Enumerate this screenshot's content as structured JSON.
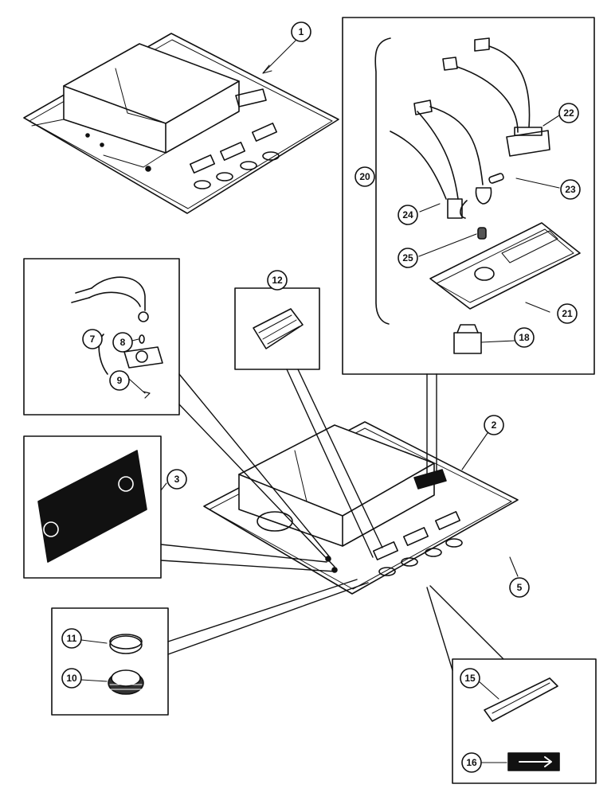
{
  "diagram": {
    "callouts": [
      {
        "id": "c1",
        "label": "1"
      },
      {
        "id": "c2",
        "label": "2"
      },
      {
        "id": "c3",
        "label": "3"
      },
      {
        "id": "c5",
        "label": "5"
      },
      {
        "id": "c7",
        "label": "7"
      },
      {
        "id": "c8",
        "label": "8"
      },
      {
        "id": "c9",
        "label": "9"
      },
      {
        "id": "c10",
        "label": "10"
      },
      {
        "id": "c11",
        "label": "11"
      },
      {
        "id": "c12",
        "label": "12"
      },
      {
        "id": "c15",
        "label": "15"
      },
      {
        "id": "c16",
        "label": "16"
      },
      {
        "id": "c18",
        "label": "18"
      },
      {
        "id": "c20",
        "label": "20"
      },
      {
        "id": "c21",
        "label": "21"
      },
      {
        "id": "c22",
        "label": "22"
      },
      {
        "id": "c23",
        "label": "23"
      },
      {
        "id": "c24",
        "label": "24"
      },
      {
        "id": "c25",
        "label": "25"
      }
    ]
  }
}
